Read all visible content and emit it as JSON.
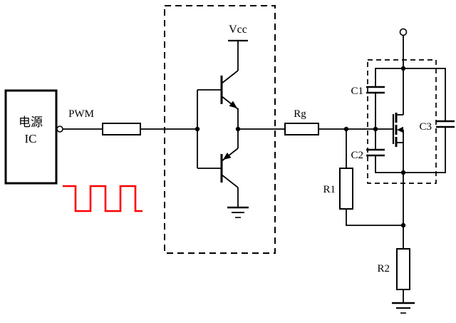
{
  "power_ic": {
    "line1": "电源",
    "line2": "IC"
  },
  "labels": {
    "pwm": "PWM",
    "vcc": "Vcc",
    "rg": "Rg",
    "c1": "C1",
    "c2": "C2",
    "c3": "C3",
    "r1": "R1",
    "r2": "R2"
  },
  "colors": {
    "wire": "#000000",
    "waveform": "#ff0000",
    "background": "#ffffff"
  }
}
